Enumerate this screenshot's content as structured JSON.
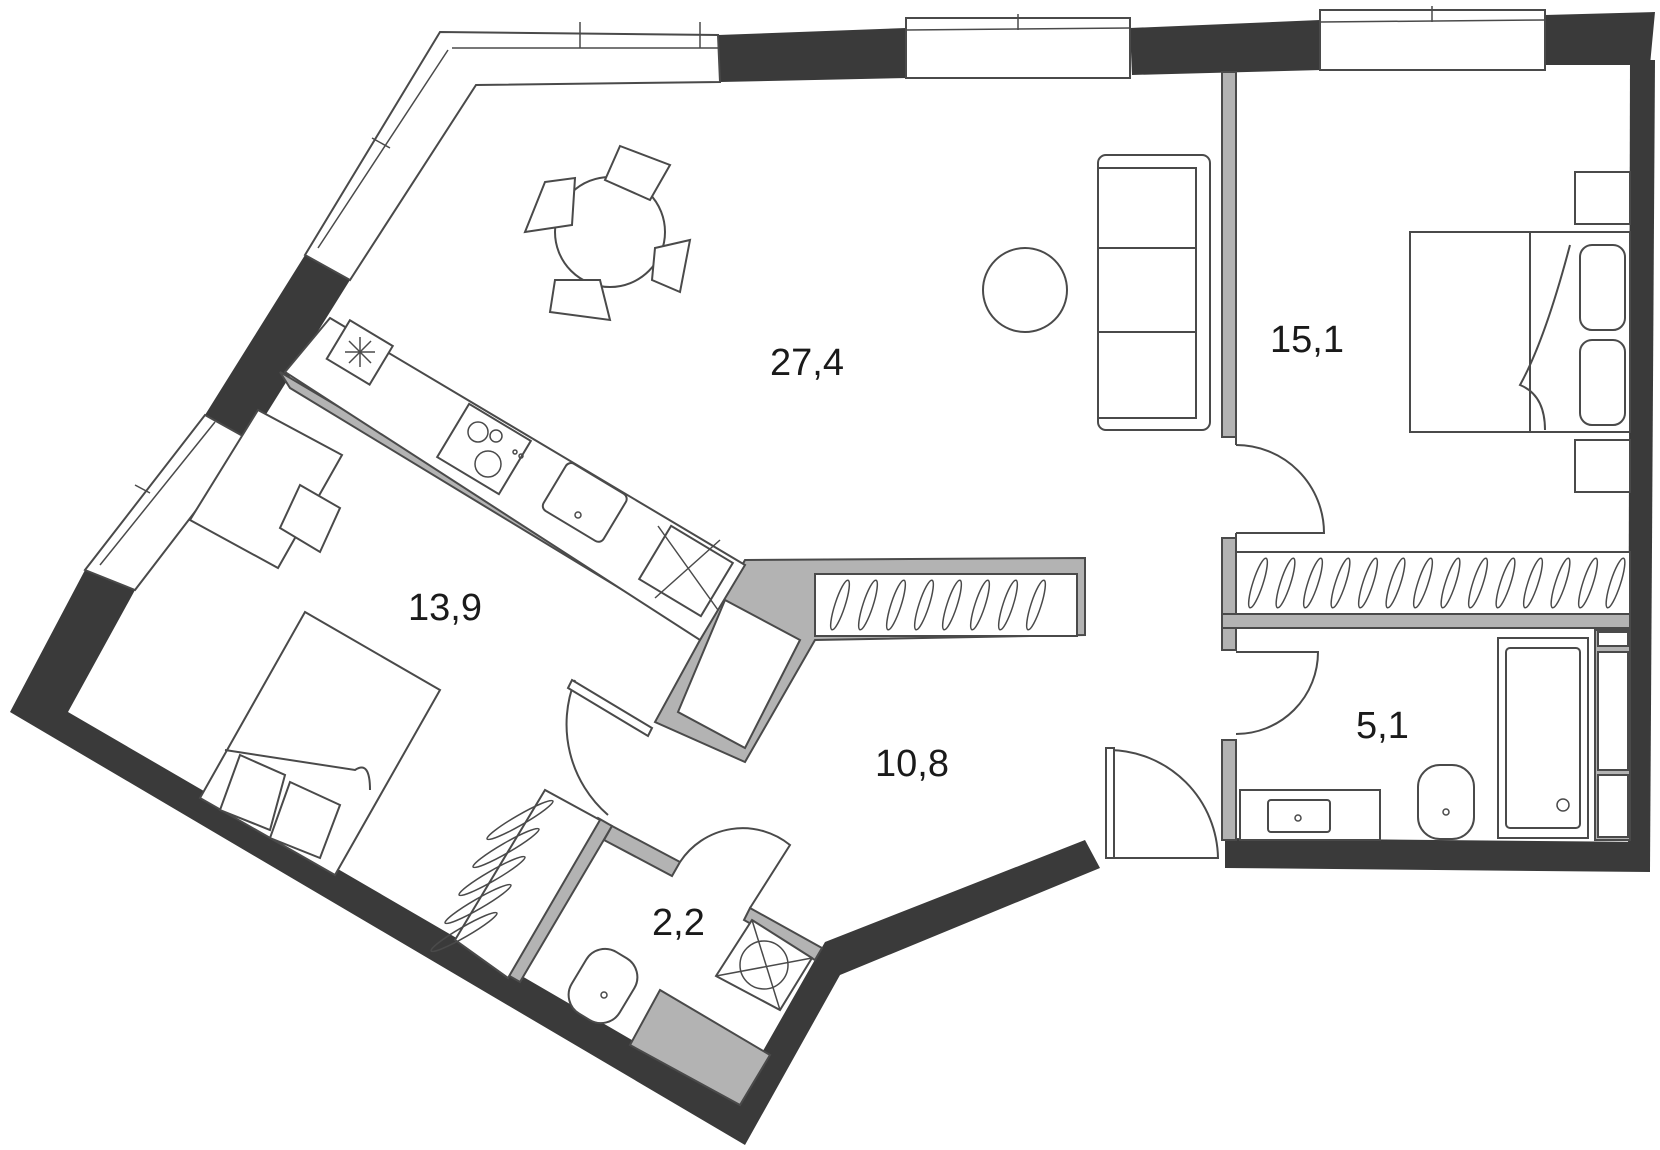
{
  "floorplan": {
    "colors": {
      "wall": "#3a3a3a",
      "partition": "#b3b3b3",
      "line": "#4a4a4a",
      "background": "#ffffff"
    },
    "rooms": [
      {
        "id": "living-kitchen",
        "area": "27,4"
      },
      {
        "id": "bedroom-right",
        "area": "15,1"
      },
      {
        "id": "bedroom-left",
        "area": "13,9"
      },
      {
        "id": "hallway",
        "area": "10,8"
      },
      {
        "id": "bathroom",
        "area": "5,1"
      },
      {
        "id": "wc",
        "area": "2,2"
      }
    ]
  }
}
